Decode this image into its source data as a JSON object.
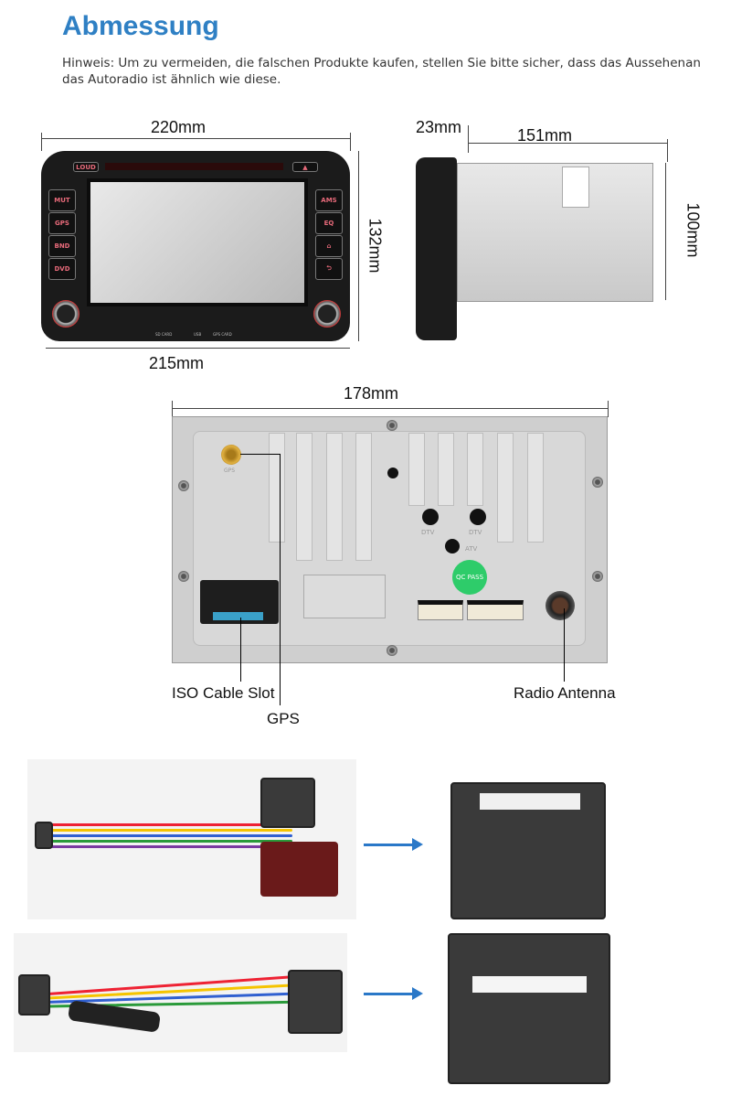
{
  "heading": "Abmessung",
  "hint": "Hinweis: Um zu vermeiden, die falschen Produkte kaufen, stellen Sie bitte sicher, dass das Aussehenan das Autoradio ist ähnlich wie diese.",
  "front": {
    "width_top": "220mm",
    "height": "132mm",
    "width_bottom": "215mm",
    "buttons_left": [
      "MUT",
      "GPS",
      "BND",
      "DVD"
    ],
    "buttons_right": [
      "AMS",
      "EQ",
      "⌂",
      "⮌"
    ],
    "top_button": "LOUD",
    "ports": [
      "SD CARD",
      "USB",
      "GPS CARD"
    ]
  },
  "side": {
    "front_depth": "23mm",
    "depth": "151mm",
    "height": "100mm"
  },
  "back": {
    "width": "178mm",
    "gps_port": "GPS",
    "tv_ports": [
      "DTV",
      "DTV",
      "ATV"
    ],
    "sticker": "QC PASS",
    "callouts": {
      "iso": "ISO Cable Slot",
      "gps": "GPS",
      "antenna": "Radio Antenna"
    }
  },
  "colors": {
    "heading": "#2f80c4",
    "arrow": "#2a78c8"
  }
}
